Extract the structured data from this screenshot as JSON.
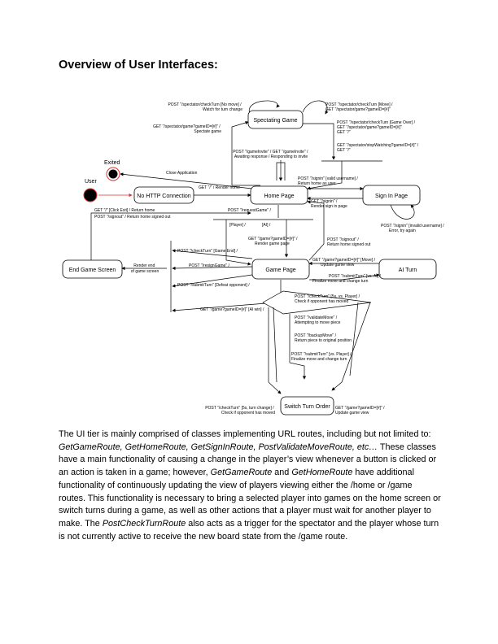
{
  "heading": "Overview of User Interfaces:",
  "diagram": {
    "states": {
      "exited": "Exited",
      "user": "User",
      "no_http": "No HTTP Connection",
      "home": "Home Page",
      "spectating": "Spectating Game",
      "sign_in": "Sign In Page",
      "end_game": "End Game Screen",
      "game": "Game Page",
      "ai_turn": "AI Turn",
      "switch_turn": "Switch Turn Order"
    },
    "labels": {
      "spec_check_turn_nomove": [
        "POST \"/spectator/checkTurn [No move] /",
        "Watch for turn change"
      ],
      "spec_check_turn_move": [
        "POST \"/spectator/checkTurn [Move] /",
        "GET \"/spectator/game?gameID=[#]\""
      ],
      "get_spec_game": [
        "GET \"/spectator/game?gameID=[#]\" /",
        "Spectate game"
      ],
      "spec_game_over": [
        "POST \"/spectator/checkTurn [Game Over] /",
        "GET \"/spectator/game?gameID=[#]\"",
        "GET \"/\""
      ],
      "spec_stop": [
        "GET \"/spectator/stopWatching?gameID=[#]\" /",
        "GET \"/\""
      ],
      "game_invite": [
        "POST \"/gameInvite\" / GET \"/gameInvite\" /",
        "Awaiting response / Responding to invite"
      ],
      "close_app": "Close Application",
      "get_root_render": "GET \"/\" / Render home",
      "post_signin": [
        "POST \"/signin\" [valid username] /",
        "Return home as user"
      ],
      "get_signin": [
        "GET \"/signin\" /",
        "Render sign in page"
      ],
      "post_signin_invalid": [
        "POST \"/signin\" [invalid username] /",
        "Error, try again"
      ],
      "click_exit": "GET \"/\" [Click Exit] / Return home",
      "signout_home": "POST \"/signout\" / Return home signed out",
      "request_game": "POST \"/requestGame\" /",
      "player": "[Player] /",
      "ai": "[AI] /",
      "get_game_render": [
        "GET \"/game?gameID=[#]\" /",
        "Render game page"
      ],
      "post_signout": [
        "POST \"/signout\" /",
        "Return home signed out"
      ],
      "check_turn_end": "POST \"/checkTurn\" [Game End] /",
      "render_end": [
        "Render end",
        "of game screen"
      ],
      "resign": "POST \"/resignGame\" /",
      "submit_defeat": "POST \"/submitTurn\" [Defeat opponent] /",
      "get_game_ai_win": "GET \"/game?gameID=[#]\" [AI win] /",
      "get_game_move": [
        "GET \"/game?gameID=[#]\" [Move] /",
        "Update game view"
      ],
      "submit_ai": [
        "POST \"/submitTurn\" [vs. AI] /",
        "Finalize move and change turn"
      ],
      "check_turn_player": [
        "POST \"/checkTurn\" [5s, vs. Player] /",
        "Check if opponent has moved"
      ],
      "validate_move": [
        "POST \"/validateMove\" /",
        "Attempting to move piece"
      ],
      "backup_move": [
        "POST \"/backupMove\" /",
        "Return piece to original position"
      ],
      "submit_player": [
        "POST \"/submitTurn\" [vs. Player] /",
        "Finalize move and change turn"
      ],
      "check_turn_change": [
        "POST \"/checkTurn\" [5s, turn change] /",
        "Check if opponent has moved"
      ],
      "get_game_update": [
        "GET \"/game?gameID=[#]\" /",
        "Update game view"
      ]
    }
  },
  "paragraph": [
    {
      "text": "The UI tier is mainly comprised of classes implementing URL routes, including but not limited to: ",
      "italic": false
    },
    {
      "text": "GetGameRoute, GetHomeRoute, GetSignInRoute, PostValidateMoveRoute, etc…",
      "italic": true
    },
    {
      "text": " These classes have a main functionality of causing a change in the player’s view whenever a button is clicked or an action is taken in a game; however, ",
      "italic": false
    },
    {
      "text": "GetGameRoute",
      "italic": true
    },
    {
      "text": " and ",
      "italic": false
    },
    {
      "text": "GetHomeRoute",
      "italic": true
    },
    {
      "text": " have additional functionality of continuously updating the view of players viewing either the /home or /game routes. This functionality is necessary to bring a selected player into games on the home screen or switch turns during a game, as well as other actions that a player must wait for another player to make. The ",
      "italic": false
    },
    {
      "text": "PostCheckTurnRoute",
      "italic": true
    },
    {
      "text": " also acts as a trigger for the spectator and the player whose turn is not currently active to receive the new board state from the /game route.",
      "italic": false
    }
  ]
}
